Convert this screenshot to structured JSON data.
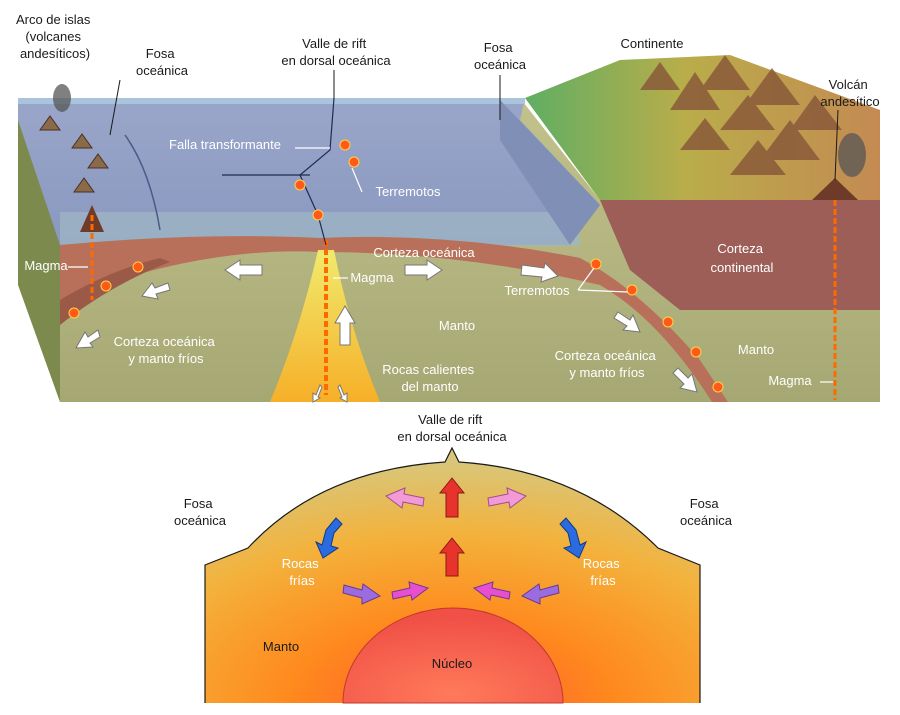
{
  "top_diagram": {
    "labels": {
      "island_arc": [
        "Arco de islas",
        "(volcanes",
        "andesíticos)"
      ],
      "trench_left": [
        "Fosa",
        "oceánica"
      ],
      "rift_valley": [
        "Valle de rift",
        "en dorsal oceánica"
      ],
      "trench_right": [
        "Fosa",
        "oceánica"
      ],
      "continent": "Continente",
      "andesitic_volcano": [
        "Volcán",
        "andesítico"
      ],
      "transform_fault": "Falla transformante",
      "earthquakes_center": "Terremotos",
      "oceanic_crust": "Corteza oceánica",
      "magma_left": "Magma",
      "magma_center": "Magma",
      "earthquakes_right": "Terremotos",
      "continental_crust": [
        "Corteza",
        "continental"
      ],
      "mantle_center": "Manto",
      "mantle_right": "Manto",
      "cold_left": [
        "Corteza oceánica",
        "y manto fríos"
      ],
      "hot_rocks": [
        "Rocas calientes",
        "del manto"
      ],
      "cold_right": [
        "Corteza oceánica",
        "y manto fríos"
      ],
      "magma_right": "Magma"
    }
  },
  "bottom_diagram": {
    "labels": {
      "rift_valley": [
        "Valle de rift",
        "en dorsal oceánica"
      ],
      "trench_left": [
        "Fosa",
        "oceánica"
      ],
      "trench_right": [
        "Fosa",
        "oceánica"
      ],
      "cold_rocks_left": [
        "Rocas",
        "frías"
      ],
      "cold_rocks_right": [
        "Rocas",
        "frías"
      ],
      "mantle": "Manto",
      "core": "Núcleo"
    }
  },
  "colors": {
    "ocean": "#8e9cc4",
    "ocean_surface": "#a9c4dc",
    "oceanic_crust": "#b9705a",
    "mantle": "#b4b47e",
    "continental_crust": "#9c5e56",
    "magma": "#ff6a00",
    "arrow_white": "#ffffff",
    "arrow_red": "#e8322c",
    "arrow_pink": "#f29ad8",
    "arrow_blue": "#2a6be0",
    "arrow_violet": "#9b6be0",
    "arrow_magenta": "#e84fd0",
    "core": "#f25a4a"
  }
}
